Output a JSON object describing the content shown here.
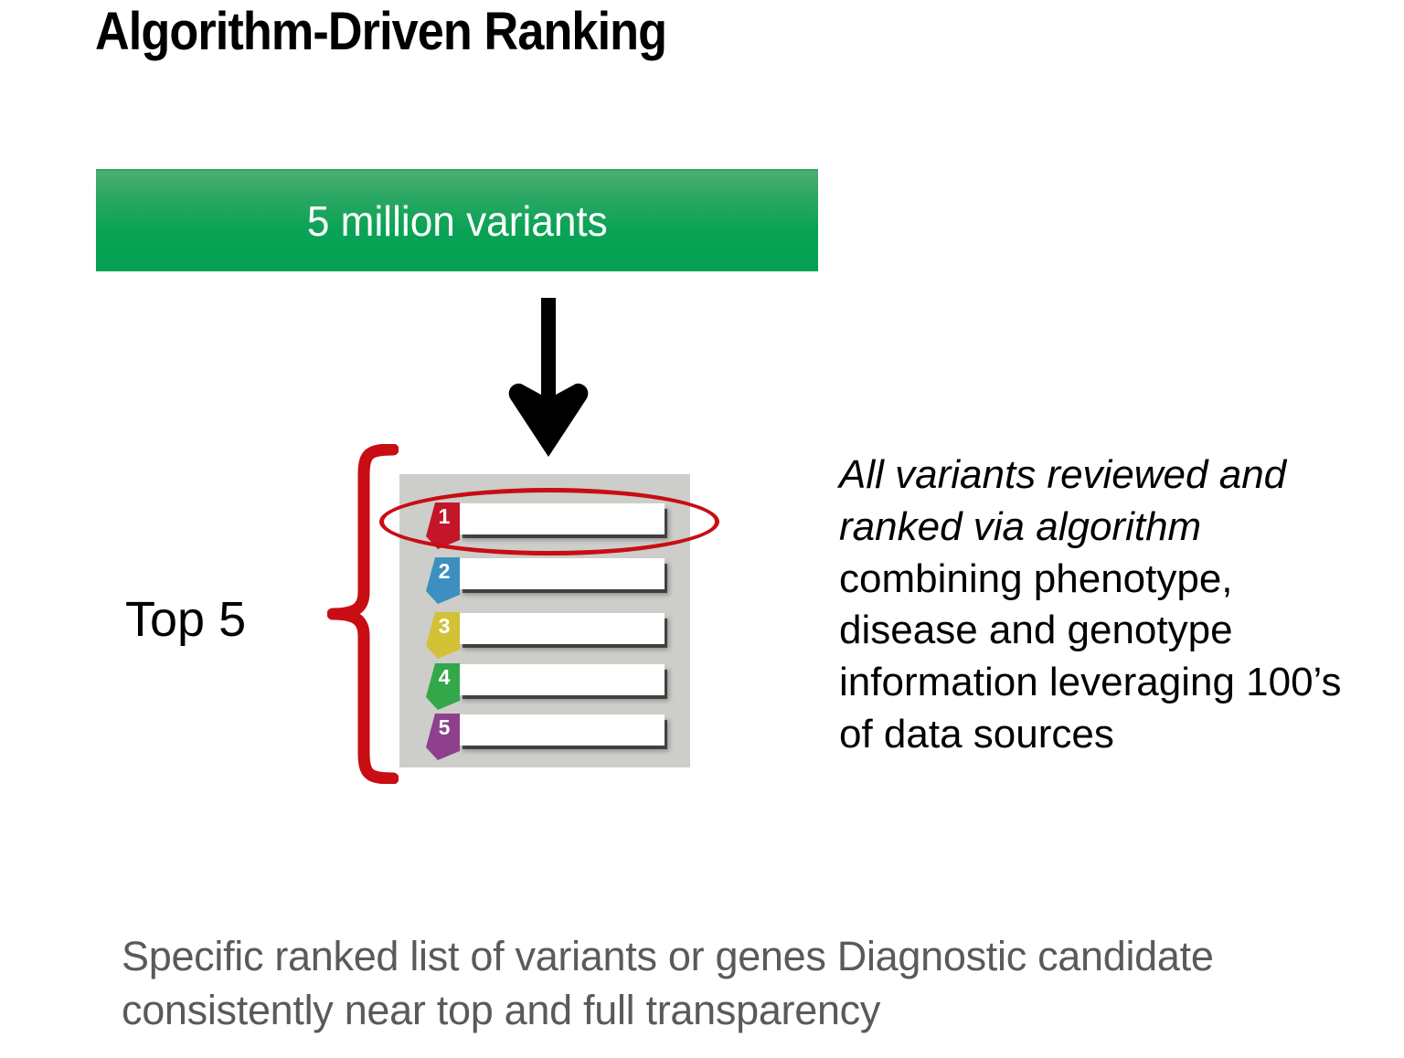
{
  "slide": {
    "title": "Algorithm-Driven Ranking",
    "background_color": "#ffffff"
  },
  "banner": {
    "label": "5 million variants",
    "gradient_top_color": "#4aae72",
    "gradient_bottom_color": "#04a052",
    "text_color": "#ffffff"
  },
  "flow": {
    "arrow_icon": "arrow-down-icon",
    "arrow_color": "#000000"
  },
  "bracket": {
    "label": "Top 5",
    "brace_icon": "curly-brace-icon",
    "color": "#c80d15"
  },
  "rank_panel": {
    "background_color": "#cdcec9",
    "highlight": {
      "shape": "ellipse",
      "color": "#c80d15",
      "targets_rank": 1
    },
    "rows": [
      {
        "rank": "1",
        "color": "#c4162b",
        "bar_color": "#ffffff"
      },
      {
        "rank": "2",
        "color": "#3d8fc0",
        "bar_color": "#ffffff"
      },
      {
        "rank": "3",
        "color": "#d3c136",
        "bar_color": "#ffffff"
      },
      {
        "rank": "4",
        "color": "#33a84a",
        "bar_color": "#ffffff"
      },
      {
        "rank": "5",
        "color": "#8e3f8e",
        "bar_color": "#ffffff"
      }
    ]
  },
  "side_text": {
    "emphasis": "All variants reviewed and ranked via algorithm",
    "rest": " combining phenotype, disease and genotype information leveraging 100’s of data sources",
    "color": "#000000"
  },
  "caption": {
    "text": "Specific ranked list of variants or genes Diagnostic candidate consistently near top and full transparency",
    "color": "#5a5a5a"
  }
}
